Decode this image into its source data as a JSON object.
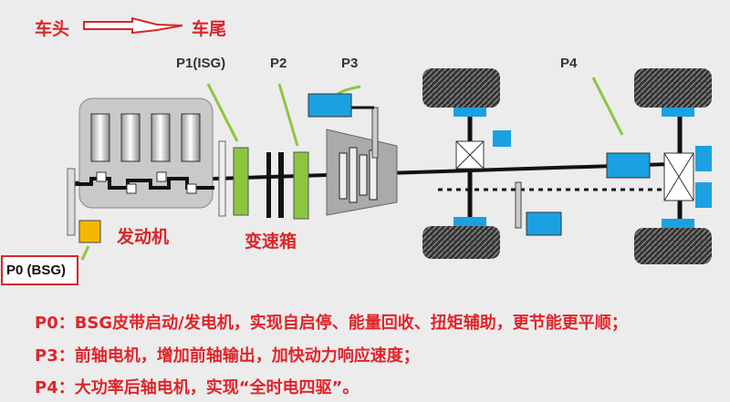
{
  "header": {
    "front": "车头",
    "rear": "车尾"
  },
  "labels": {
    "p1": "P1(ISG)",
    "p2": "P2",
    "p3": "P3",
    "p4": "P4",
    "p0": "P0 (BSG)",
    "engine": "发动机",
    "gearbox": "变速箱"
  },
  "descriptions": [
    "P0：BSG皮带启动/发电机，实现自启停、能量回收、扭矩辅助，更节能更平顺；",
    "P3：前轴电机，增加前轴输出，加快动力响应速度；",
    "P4：大功率后轴电机，实现“全时电四驱”。"
  ],
  "colors": {
    "text": "#d8262a",
    "motor_green": "#8cc63f",
    "motor_blue": "#1ba1e2",
    "bsg_yellow": "#f5b800"
  }
}
